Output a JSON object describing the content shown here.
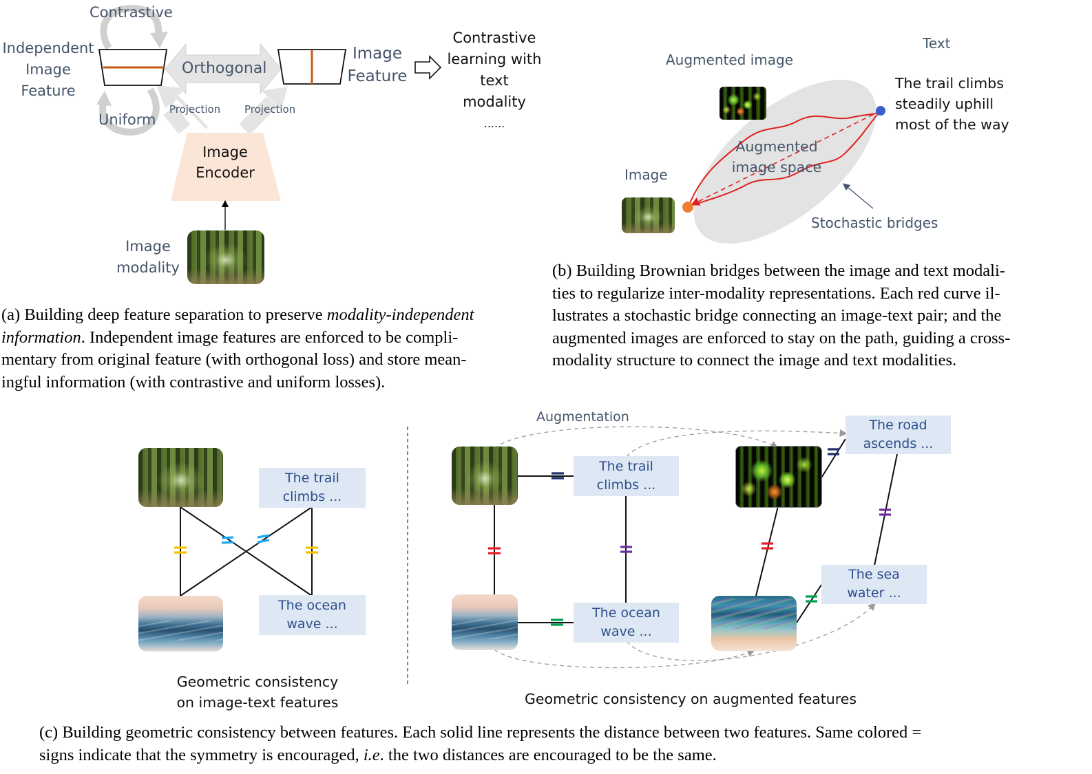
{
  "panel_a": {
    "contrastive": "Contrastive",
    "independent_image_feature": [
      "Independent",
      "Image",
      "Feature"
    ],
    "orthogonal": "Orthogonal",
    "image_feature": [
      "Image",
      "Feature"
    ],
    "contrastive_learning": [
      "Contrastive",
      "learning with",
      "text",
      "modality",
      "......"
    ],
    "uniform": "Uniform",
    "projection_left": "Projection",
    "projection_right": "Projection",
    "image_encoder": [
      "Image",
      "Encoder"
    ],
    "image_modality": [
      "Image",
      "modality"
    ]
  },
  "panel_b": {
    "text": "Text",
    "augmented_image": "Augmented image",
    "trail_text": [
      "The trail climbs",
      "steadily uphill",
      "most of the way"
    ],
    "augmented_image_space": [
      "Augmented",
      "image space"
    ],
    "image": "Image",
    "stochastic_bridges": "Stochastic bridges"
  },
  "caption_a": {
    "line1_pre": "(a) Building deep feature separation to preserve ",
    "line1_italic": "modality-independent",
    "line2_italic": "information",
    "line2_post": ".  Independent image features are enforced to be compli-",
    "line3": "mentary from original feature (with orthogonal loss) and store mean-",
    "line4": "ingful information (with contrastive and uniform losses)."
  },
  "caption_b": {
    "line1": "(b) Building Brownian bridges between the image and text modali-",
    "line2": "ties to regularize inter-modality representations.  Each red curve il-",
    "line3": "lustrates a stochastic bridge connecting an image-text pair; and the",
    "line4": "augmented images are enforced to stay on the path, guiding a cross-",
    "line5": "modality structure to connect the image and text modalities."
  },
  "panel_c_left": {
    "trail_box": [
      "The trail",
      "climbs ..."
    ],
    "ocean_box": [
      "The ocean",
      "wave ..."
    ],
    "caption": [
      "Geometric consistency",
      "on image-text features"
    ]
  },
  "panel_c_right": {
    "augmentation": "Augmentation",
    "trail_box": [
      "The trail",
      "climbs ..."
    ],
    "road_box": [
      "The road",
      "ascends ..."
    ],
    "ocean_box": [
      "The ocean",
      "wave ..."
    ],
    "sea_box": [
      "The sea",
      "water ..."
    ],
    "caption": "Geometric consistency on augmented features"
  },
  "caption_c": {
    "line1": "(c) Building geometric consistency between features. Each solid line represents the distance between two features. Same colored =",
    "line2_pre": "signs indicate that the symmetry is encouraged, ",
    "line2_italic": "i.e",
    "line2_post": ". the two distances are encouraged to be the same."
  },
  "colors": {
    "label_text": "#44546a",
    "orange_line": "#c55a11",
    "encoder_fill": "#fbe5d6",
    "text_box_fill": "#dde8f4",
    "text_box_text": "#2e4d8a",
    "bridge_red": "#e02020",
    "eq_yellow": "#f5c400",
    "eq_cyan": "#1eaaf1",
    "eq_red": "#e81e25",
    "eq_purple": "#7030a0",
    "eq_navy": "#1f2f6b",
    "eq_green": "#00a050"
  }
}
